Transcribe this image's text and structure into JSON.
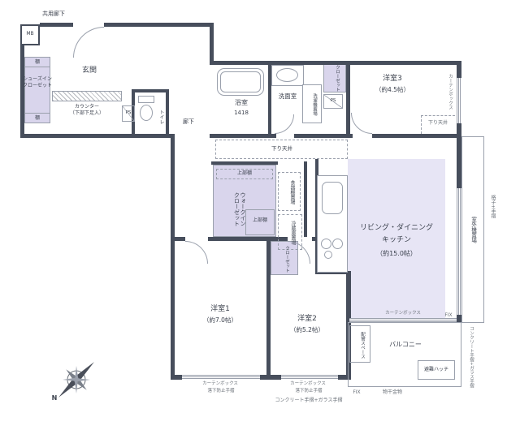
{
  "colors": {
    "wall": "#474e5c",
    "line": "#9aa0ac",
    "purple": "#d9d5ec",
    "lavender": "#e7e5f5",
    "text": "#3c424e"
  },
  "labels": {
    "common_corridor": "共用廊下",
    "mb": "MB",
    "shelf": "棚",
    "shoes_closet": "シューズイン\nクローゼット",
    "entrance": "玄関",
    "counter": "カウンター\n（下部下足入）",
    "ps": "PS",
    "toilet": "トイレ",
    "hallway": "廊下",
    "bathroom": "浴室",
    "bathroom_size": "1418",
    "washroom": "洗面室",
    "washer_space": "洗濯機置場",
    "closet": "クローゼット",
    "room3_name": "洋室3",
    "room3_size": "（約4.5帖）",
    "curtain_box": "カーテンボックス",
    "lowered_ceiling": "下り天井",
    "outdoor_unit": "室外機置場",
    "lattice_rail": "格子+手摺",
    "upper_shelf": "上部棚",
    "wic": "ウォークイン\nクローゼット",
    "cupboard_space": "食器棚置場",
    "fridge_space": "冷蔵庫置場",
    "ldk_line1": "リビング・ダイニング",
    "ldk_line2": "キッチン",
    "ldk_size": "（約15.0帖）",
    "room1_name": "洋室1",
    "room1_size": "（約7.0帖）",
    "room2_name": "洋室2",
    "room2_size": "（約5.2帖）",
    "balcony": "バルコニー",
    "pipe_space": "配管スペース",
    "escape_hatch": "避難ハッチ",
    "laundry_hardware": "物干金物",
    "fix": "FIX",
    "fall_prevention_rail": "落下防止手摺",
    "concrete_glass_rail": "コンクリート手摺+ガラス手摺",
    "north": "N"
  }
}
